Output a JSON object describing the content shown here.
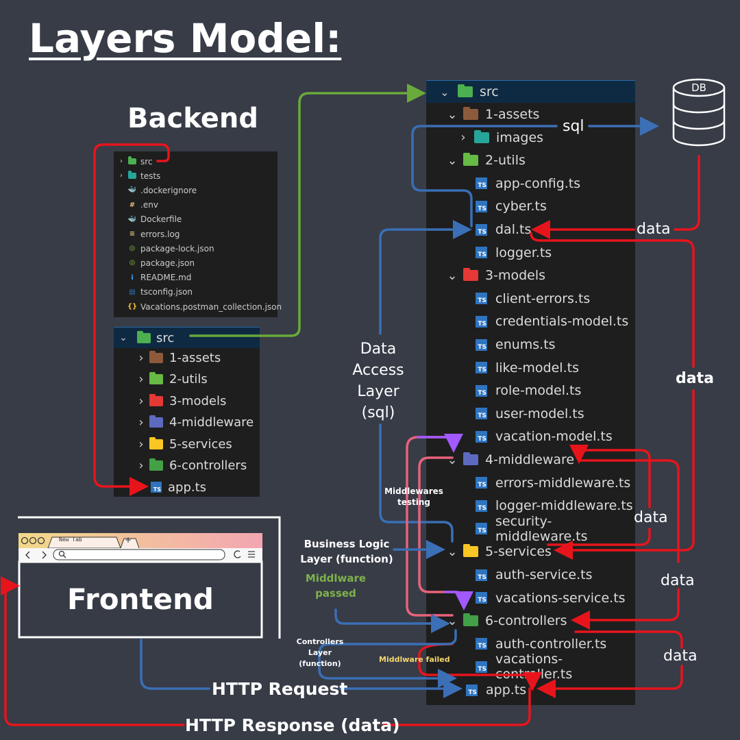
{
  "title": "Layers Model:",
  "backend_title": "Backend",
  "frontend_title": "Frontend",
  "browser": {
    "tab_label": "New Tab",
    "new_tab_glyph": "+"
  },
  "db_label": "DB",
  "small_tree": [
    {
      "label": "src",
      "icon": "folder-src-icon",
      "chevron": true
    },
    {
      "label": "tests",
      "icon": "folder-tests-icon",
      "chevron": true
    },
    {
      "label": ".dockerignore",
      "icon": "docker-icon"
    },
    {
      "label": ".env",
      "icon": "env-icon"
    },
    {
      "label": "Dockerfile",
      "icon": "docker-icon"
    },
    {
      "label": "errors.log",
      "icon": "log-icon"
    },
    {
      "label": "package-lock.json",
      "icon": "node-json-icon"
    },
    {
      "label": "package.json",
      "icon": "node-json-icon"
    },
    {
      "label": "README.md",
      "icon": "info-icon"
    },
    {
      "label": "tsconfig.json",
      "icon": "tsconfig-icon"
    },
    {
      "label": "Vacations.postman_collection.json",
      "icon": "json-braces-icon"
    }
  ],
  "mid_tree": {
    "header": "src",
    "items": [
      {
        "label": "1-assets",
        "icon": "folder-assets-icon"
      },
      {
        "label": "2-utils",
        "icon": "folder-utils-icon"
      },
      {
        "label": "3-models",
        "icon": "folder-models-icon"
      },
      {
        "label": "4-middleware",
        "icon": "folder-middleware-icon"
      },
      {
        "label": "5-services",
        "icon": "folder-services-icon"
      },
      {
        "label": "6-controllers",
        "icon": "folder-controllers-icon"
      }
    ],
    "file": "app.ts",
    "ts_badge": "TS"
  },
  "big_tree": {
    "header": "src",
    "rows": [
      {
        "label": "1-assets",
        "kind": "folder",
        "icon": "folder-assets-icon",
        "indent": 1,
        "open": true
      },
      {
        "label": "images",
        "kind": "folder",
        "icon": "folder-images-icon",
        "indent": 2,
        "open": false
      },
      {
        "label": "2-utils",
        "kind": "folder",
        "icon": "folder-utils-icon",
        "indent": 1,
        "open": true
      },
      {
        "label": "app-config.ts",
        "kind": "file",
        "indent": 2
      },
      {
        "label": "cyber.ts",
        "kind": "file",
        "indent": 2
      },
      {
        "label": "dal.ts",
        "kind": "file",
        "indent": 2
      },
      {
        "label": "logger.ts",
        "kind": "file",
        "indent": 2
      },
      {
        "label": "3-models",
        "kind": "folder",
        "icon": "folder-models-icon",
        "indent": 1,
        "open": true
      },
      {
        "label": "client-errors.ts",
        "kind": "file",
        "indent": 2
      },
      {
        "label": "credentials-model.ts",
        "kind": "file",
        "indent": 2
      },
      {
        "label": "enums.ts",
        "kind": "file",
        "indent": 2
      },
      {
        "label": "like-model.ts",
        "kind": "file",
        "indent": 2
      },
      {
        "label": "role-model.ts",
        "kind": "file",
        "indent": 2
      },
      {
        "label": "user-model.ts",
        "kind": "file",
        "indent": 2
      },
      {
        "label": "vacation-model.ts",
        "kind": "file",
        "indent": 2
      },
      {
        "label": "4-middleware",
        "kind": "folder",
        "icon": "folder-middleware-icon",
        "indent": 1,
        "open": true
      },
      {
        "label": "errors-middleware.ts",
        "kind": "file",
        "indent": 2
      },
      {
        "label": "logger-middleware.ts",
        "kind": "file",
        "indent": 2
      },
      {
        "label": "security-middleware.ts",
        "kind": "file",
        "indent": 2
      },
      {
        "label": "5-services",
        "kind": "folder",
        "icon": "folder-services-icon",
        "indent": 1,
        "open": true
      },
      {
        "label": "auth-service.ts",
        "kind": "file",
        "indent": 2
      },
      {
        "label": "vacations-service.ts",
        "kind": "file",
        "indent": 2
      },
      {
        "label": "6-controllers",
        "kind": "folder",
        "icon": "folder-controllers-icon",
        "indent": 1,
        "open": true
      },
      {
        "label": "auth-controller.ts",
        "kind": "file",
        "indent": 2
      },
      {
        "label": "vacations-controller.ts",
        "kind": "file",
        "indent": 2
      },
      {
        "label": "app.ts",
        "kind": "file",
        "indent": 1
      }
    ],
    "ts_badge": "TS"
  },
  "labels": {
    "sql": "sql",
    "data_dal": "data",
    "data_right": "data",
    "data_middleware": "data",
    "data_services": "data",
    "data_controllers": "data",
    "dal_layer": [
      "Data",
      "Access",
      "Layer",
      "(sql)"
    ],
    "middlewares_testing": [
      "Middlewares",
      "testing"
    ],
    "business_logic": [
      "Business Logic",
      "Layer (function)"
    ],
    "middleware_passed": [
      "Middlware",
      "passed"
    ],
    "controllers_layer": [
      "Controllers",
      "Layer",
      "(function)"
    ],
    "middleware_failed": "Middlware failed",
    "http_request": "HTTP Request",
    "http_response": "HTTP Response (data)"
  },
  "colors": {
    "background": "#373c47",
    "red": "#e8141c",
    "blue": "#3b6fb6",
    "green": "#6aaa3a",
    "purple": "#a259ff",
    "pink": "#e8637a",
    "ts_blue": "#2f74c0",
    "middleware_passed": "#7fb24a",
    "middleware_failed": "#f5d76e"
  }
}
